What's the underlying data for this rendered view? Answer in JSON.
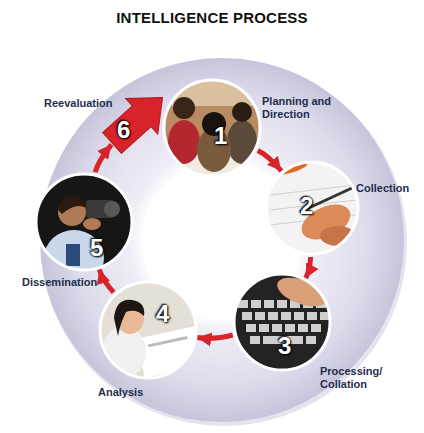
{
  "diagram": {
    "title": "INTELLIGENCE PROCESS",
    "nodes": [
      {
        "text": [
          "1",
          "Planning and Direction"
        ]
      },
      {
        "text": [
          "2",
          "Collection"
        ]
      },
      {
        "text": [
          "3",
          "Processing/ Collation"
        ]
      },
      {
        "text": [
          "4",
          "Analysis"
        ]
      },
      {
        "text": [
          "5",
          "Dissemination"
        ]
      },
      {
        "text": [
          "6",
          "Reevaluation"
        ]
      }
    ],
    "edges": [
      {
        "from": 0,
        "to": 1,
        "arrow": "to"
      },
      {
        "from": 1,
        "to": 2,
        "arrow": "to"
      },
      {
        "from": 2,
        "to": 3,
        "arrow": "to"
      },
      {
        "from": 3,
        "to": 4,
        "arrow": "to"
      },
      {
        "from": 4,
        "to": 5,
        "arrow": "to"
      }
    ]
  }
}
